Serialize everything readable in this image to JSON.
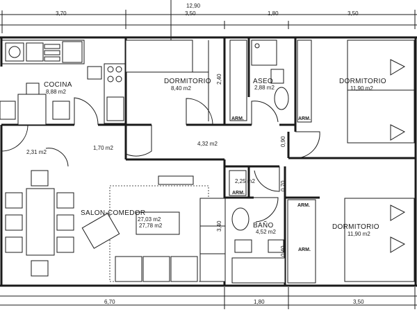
{
  "dimensions": {
    "total": "12,90",
    "top": [
      "3,70",
      "3,50",
      "1,80",
      "3,50"
    ],
    "bottom": [
      "6,70",
      "1,80",
      "3,50"
    ]
  },
  "rooms": {
    "cocina": {
      "label": "COCINA",
      "area": "8,88 m2"
    },
    "dormitorio1": {
      "label": "DORMITORIO",
      "area": "8,40 m2"
    },
    "aseo": {
      "label": "ASEO",
      "area": "2,88 m2"
    },
    "dormitorio2": {
      "label": "DORMITORIO",
      "area": "11,90 m2"
    },
    "pasillo1": {
      "area": "2,31 m2"
    },
    "pasillo2": {
      "area": "1,70 m2"
    },
    "distribuidor": {
      "area": "4,32 m2"
    },
    "pasillo3": {
      "area": "2,25 m2"
    },
    "salon": {
      "label": "SALON-COMEDOR",
      "area": "27,03 m2",
      "area_alt": "27,78 m2"
    },
    "bano": {
      "label": "BAÑO",
      "area": "4,52 m2"
    },
    "dormitorio3": {
      "label": "DORMITORIO",
      "area": "11,90 m2"
    }
  },
  "wardrobes": [
    "ARM.",
    "ARM.",
    "ARM.",
    "ARM.",
    "ARM."
  ],
  "openings": [
    "2,40",
    "0,90",
    "0,70",
    "0,40",
    "3,40"
  ]
}
